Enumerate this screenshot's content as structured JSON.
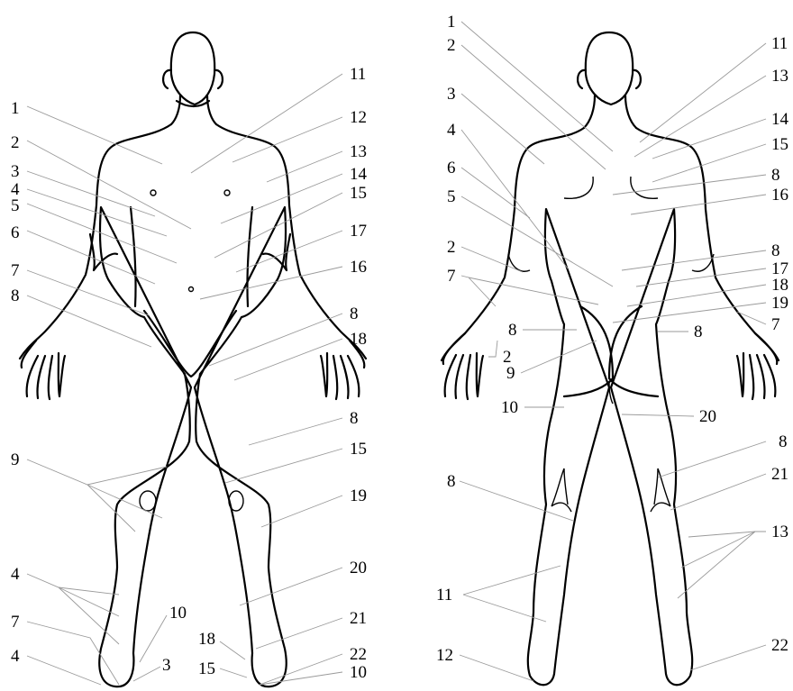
{
  "front_labels": [
    {
      "text": "1"
    },
    {
      "text": "2"
    },
    {
      "text": "3"
    },
    {
      "text": "4"
    },
    {
      "text": "5"
    },
    {
      "text": "6"
    },
    {
      "text": "7"
    },
    {
      "text": "8"
    },
    {
      "text": "9"
    },
    {
      "text": "4"
    },
    {
      "text": "7"
    },
    {
      "text": "4"
    },
    {
      "text": "10"
    },
    {
      "text": "3"
    },
    {
      "text": "18"
    },
    {
      "text": "15"
    },
    {
      "text": "11"
    },
    {
      "text": "12"
    },
    {
      "text": "13"
    },
    {
      "text": "14"
    },
    {
      "text": "15"
    },
    {
      "text": "17"
    },
    {
      "text": "16"
    },
    {
      "text": "8"
    },
    {
      "text": "18"
    },
    {
      "text": "8"
    },
    {
      "text": "15"
    },
    {
      "text": "19"
    },
    {
      "text": "20"
    },
    {
      "text": "21"
    },
    {
      "text": "22"
    },
    {
      "text": "10"
    }
  ],
  "back_labels": [
    {
      "text": "1"
    },
    {
      "text": "2"
    },
    {
      "text": "3"
    },
    {
      "text": "4"
    },
    {
      "text": "6"
    },
    {
      "text": "5"
    },
    {
      "text": "2"
    },
    {
      "text": "7"
    },
    {
      "text": "8"
    },
    {
      "text": "2"
    },
    {
      "text": "9"
    },
    {
      "text": "10"
    },
    {
      "text": "8"
    },
    {
      "text": "11"
    },
    {
      "text": "12"
    },
    {
      "text": "11"
    },
    {
      "text": "13"
    },
    {
      "text": "14"
    },
    {
      "text": "15"
    },
    {
      "text": "8"
    },
    {
      "text": "16"
    },
    {
      "text": "8"
    },
    {
      "text": "17"
    },
    {
      "text": "18"
    },
    {
      "text": "19"
    },
    {
      "text": "7"
    },
    {
      "text": "8"
    },
    {
      "text": "20"
    },
    {
      "text": "8"
    },
    {
      "text": "21"
    },
    {
      "text": "13"
    },
    {
      "text": "22"
    }
  ]
}
